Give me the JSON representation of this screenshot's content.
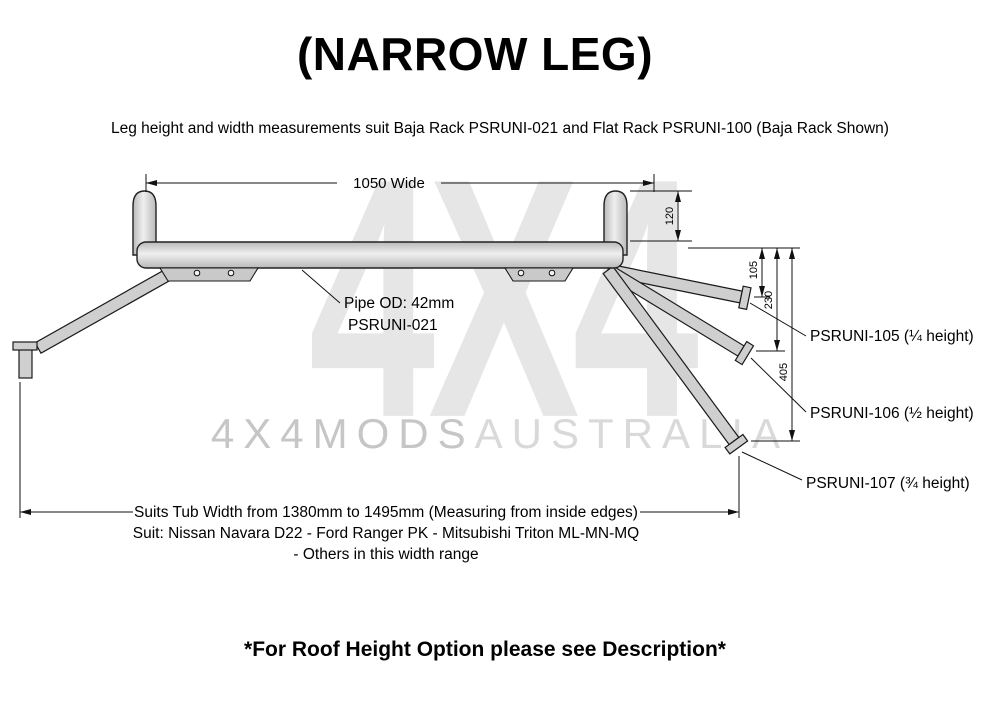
{
  "page": {
    "title": "(NARROW LEG)",
    "subtitle": "Leg height and width measurements suit Baja Rack PSRUNI-021 and Flat Rack PSRUNI-100 (Baja Rack Shown)",
    "footer_note": "*For Roof Height Option please see Description*"
  },
  "watermark": {
    "big": "4X4",
    "brand_left": "4X4MODS",
    "brand_right": "AUSTRALIA"
  },
  "diagram": {
    "dim_width": "1050 Wide",
    "dim_drop": "120",
    "dim_quarter": "105",
    "dim_half": "230",
    "dim_three_quarter": "405",
    "pipe_line1": "Pipe OD: 42mm",
    "pipe_line2": "PSRUNI-021",
    "leg_labels": [
      {
        "label": "PSRUNI-105 (¼ height)"
      },
      {
        "label": "PSRUNI-106 (½ height)"
      },
      {
        "label": "PSRUNI-107 (¾ height)"
      }
    ],
    "tub_width_note": "Suits Tub Width from 1380mm to 1495mm (Measuring from inside edges)",
    "fitment_line1": "Suit: Nissan Navara D22 - Ford Ranger PK - Mitsubishi Triton ML-MN-MQ",
    "fitment_line2": "- Others in this width range"
  },
  "colors": {
    "line": "#111111",
    "tube_light": "#efefef",
    "tube_dark": "#b9b9b9",
    "leg_fill": "#cfcfcf",
    "watermark_big": "#e6e6e6",
    "watermark_brand_left": "#c6c6c6",
    "watermark_brand_right": "#d9d9d9"
  }
}
